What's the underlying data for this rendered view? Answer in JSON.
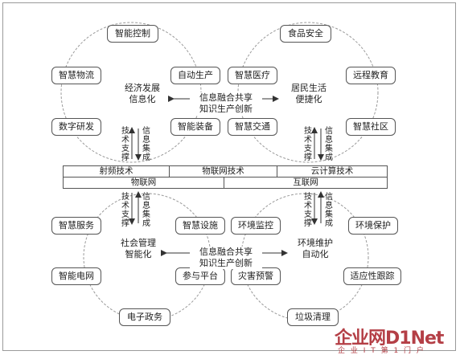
{
  "nodes": {
    "zhineng_kongzhi": "智能控制",
    "zhihui_wuliu": "智慧物流",
    "zidong_shengchan": "自动生产",
    "shuzi_yanfa": "数字研发",
    "zhineng_zhuangbei": "智能装备",
    "shipin_anquan": "食品安全",
    "zhihui_yiliao": "智慧医疗",
    "yuancheng_jiaoyu": "远程教育",
    "zhihui_jiaotong": "智慧交通",
    "zhihui_shequ": "智慧社区",
    "zhihui_fuwu": "智慧服务",
    "zhihui_sheshi": "智慧设施",
    "huanjing_jiankong": "环境监控",
    "huanjing_baohu": "环境保护",
    "zhineng_dianwang": "智能电网",
    "canyu_pingtai": "参与平台",
    "zaihai_yujing": "灾害预警",
    "shiyingxing_genzong": "适应性跟踪",
    "dianzi_zhengwu": "电子政务",
    "laji_qingli": "垃圾清理"
  },
  "labels": {
    "economy": "经济发展\n信息化",
    "living": "居民生活\n便捷化",
    "social": "社会管理\n智能化",
    "environment": "环境维护\n自动化",
    "fusion_top": "信息融合共享\n知识生产创新",
    "fusion_bottom": "信息融合共享\n知识生产创新",
    "tech_support": "技术支撑",
    "info_integration": "信息集成"
  },
  "bars": {
    "rfid": "射频技术",
    "iot_tech": "物联网技术",
    "cloud": "云计算技术",
    "iot": "物联网",
    "internet": "互联网"
  },
  "watermark": {
    "main": "企业网D1Net",
    "sub": "企 业 I T 第 1 门 户"
  },
  "colors": {
    "circle": "#9a9a9a",
    "box_border": "#555555",
    "watermark": "#b43f46"
  }
}
